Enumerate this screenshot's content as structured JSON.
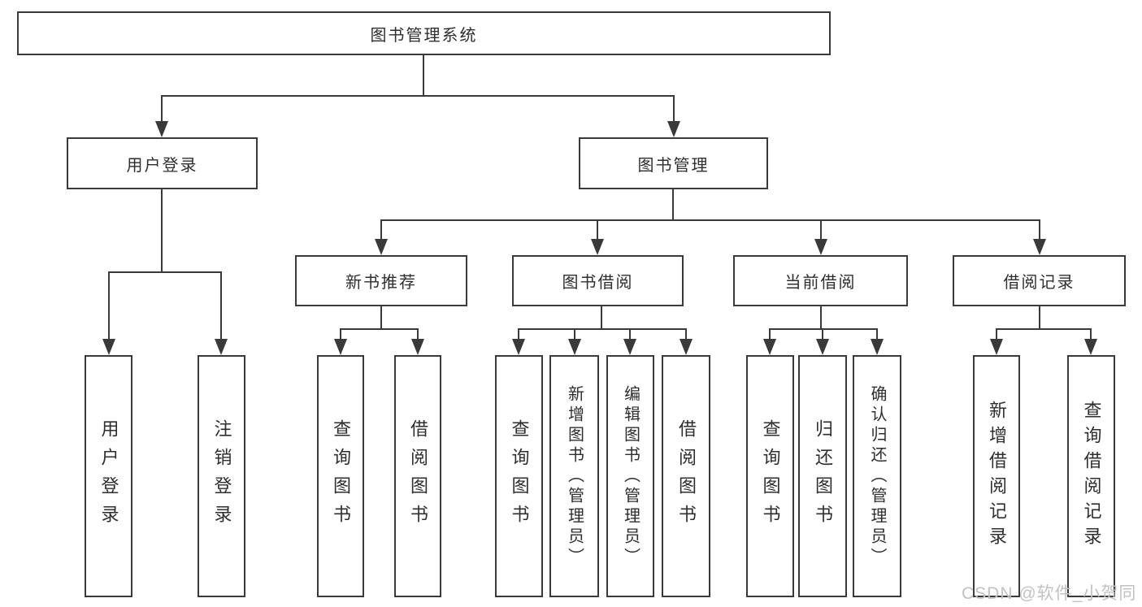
{
  "tree": {
    "root": "图书管理系统",
    "children": [
      {
        "label": "用户登录",
        "children": [
          "用户登录",
          "注销登录"
        ]
      },
      {
        "label": "图书管理",
        "children": [
          {
            "label": "新书推荐",
            "children": [
              "查询图书",
              "借阅图书"
            ]
          },
          {
            "label": "图书借阅",
            "children": [
              "查询图书",
              "新增图书（管理员）",
              "编辑图书（管理员）",
              "借阅图书"
            ]
          },
          {
            "label": "当前借阅",
            "children": [
              "查询图书",
              "归还图书",
              "确认归还（管理员）"
            ]
          },
          {
            "label": "借阅记录",
            "children": [
              "新增借阅记录",
              "查询借阅记录"
            ]
          }
        ]
      }
    ]
  },
  "watermark": "CSDN @软件_小贺同学",
  "colors": {
    "line": "#3a3a3a",
    "text": "#2e2e2e",
    "watermark": "#c2c2c2",
    "background": "#ffffff"
  }
}
